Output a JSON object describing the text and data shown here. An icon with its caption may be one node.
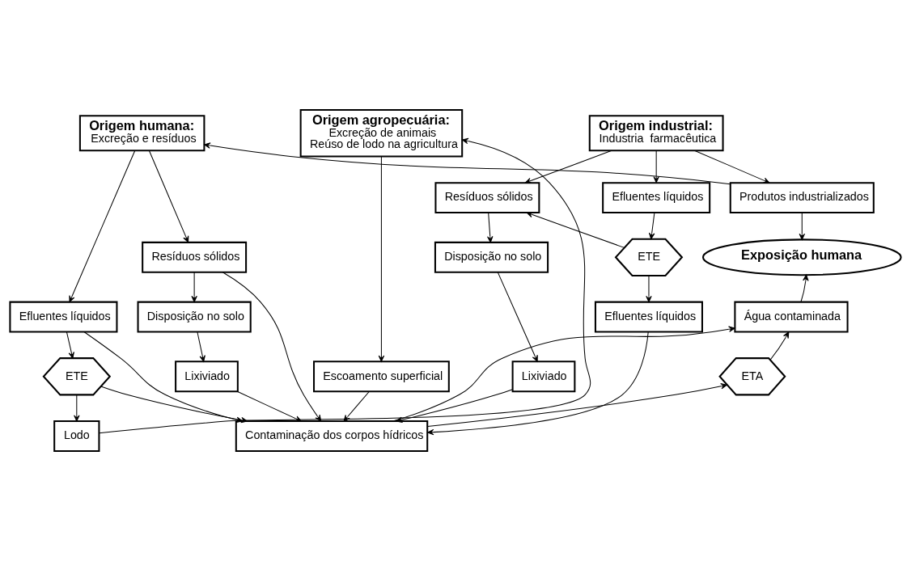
{
  "diagram": {
    "nodes": [
      {
        "text": [
          "Origem humana:",
          "Excreção e resíduos"
        ]
      },
      {
        "text": [
          "Origem agropecuária:",
          "Excreção de animais",
          "Reúso de lodo na agricultura"
        ]
      },
      {
        "text": [
          "Origem industrial:",
          "Industria  farmacêutica"
        ]
      },
      {
        "text": [
          "Resíduos sólidos"
        ]
      },
      {
        "text": [
          "Efluentes líquidos"
        ]
      },
      {
        "text": [
          "Produtos industrializados"
        ]
      },
      {
        "text": [
          "Resíduos sólidos"
        ]
      },
      {
        "text": [
          "Efluentes líquidos"
        ]
      },
      {
        "text": [
          "Disposição no solo"
        ]
      },
      {
        "text": [
          "ETE"
        ]
      },
      {
        "text": [
          "Exposição humana"
        ]
      },
      {
        "text": [
          "Disposição no solo"
        ]
      },
      {
        "text": [
          "ETE"
        ]
      },
      {
        "text": [
          "Lixiviado"
        ]
      },
      {
        "text": [
          "Lodo"
        ]
      },
      {
        "text": [
          "Água contaminada"
        ]
      },
      {
        "text": [
          "Lixiviado"
        ]
      },
      {
        "text": [
          "Efluentes líquidos"
        ]
      },
      {
        "text": [
          "Escoamento superficial"
        ]
      },
      {
        "text": [
          "ETA"
        ]
      },
      {
        "text": [
          "Contaminação dos corpos hídricos"
        ]
      }
    ],
    "edges": [
      {
        "from": 0,
        "to": 3,
        "arrow": "to"
      },
      {
        "from": 0,
        "to": 4,
        "arrow": "to"
      },
      {
        "from": 3,
        "to": 8,
        "arrow": "to"
      },
      {
        "from": 8,
        "to": 13,
        "arrow": "to"
      },
      {
        "from": 13,
        "to": 20,
        "arrow": "to"
      },
      {
        "from": 3,
        "to": 20,
        "arrow": "to"
      },
      {
        "from": 4,
        "to": 20,
        "arrow": "to"
      },
      {
        "from": 4,
        "to": 9,
        "arrow": "to"
      },
      {
        "from": 9,
        "to": 14,
        "arrow": "to"
      },
      {
        "from": 9,
        "to": 20,
        "arrow": "to"
      },
      {
        "from": 14,
        "to": 1,
        "arrow": "to"
      },
      {
        "from": 1,
        "to": 18,
        "arrow": "to"
      },
      {
        "from": 18,
        "to": 20,
        "arrow": "to"
      },
      {
        "from": 5,
        "to": 0,
        "arrow": "to"
      },
      {
        "from": 2,
        "to": 5,
        "arrow": "to"
      },
      {
        "from": 5,
        "to": 10,
        "arrow": "to"
      },
      {
        "from": 15,
        "to": 10,
        "arrow": "to"
      },
      {
        "from": 20,
        "to": 15,
        "arrow": "to"
      },
      {
        "from": 20,
        "to": 19,
        "arrow": "to"
      },
      {
        "from": 19,
        "to": 15,
        "arrow": "to"
      },
      {
        "from": 2,
        "to": 6,
        "arrow": "to"
      },
      {
        "from": 2,
        "to": 7,
        "arrow": "to"
      },
      {
        "from": 6,
        "to": 11,
        "arrow": "to"
      },
      {
        "from": 11,
        "to": 16,
        "arrow": "to"
      },
      {
        "from": 16,
        "to": 20,
        "arrow": "to"
      },
      {
        "from": 7,
        "to": 12,
        "arrow": "to"
      },
      {
        "from": 12,
        "to": 17,
        "arrow": "to"
      },
      {
        "from": 17,
        "to": 20,
        "arrow": "to"
      },
      {
        "from": 12,
        "to": 6,
        "arrow": "to"
      }
    ]
  }
}
